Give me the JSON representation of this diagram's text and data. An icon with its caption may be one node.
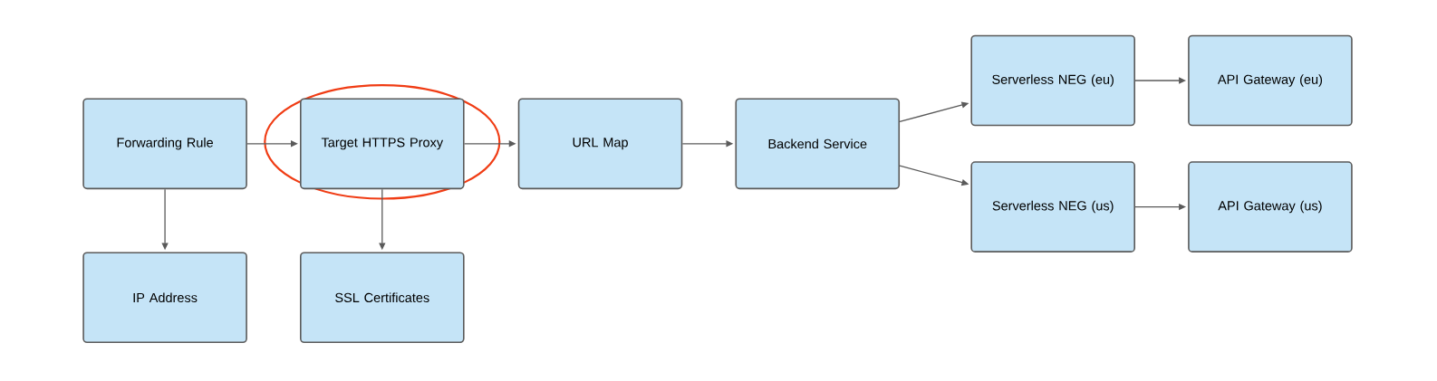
{
  "diagram": {
    "nodes": [
      {
        "text": [
          "Forwarding Rule"
        ]
      },
      {
        "text": [
          "Target HTTPS Proxy"
        ]
      },
      {
        "text": [
          "URL Map"
        ]
      },
      {
        "text": [
          "Backend Service"
        ]
      },
      {
        "text": [
          "Serverless NEG (eu)"
        ]
      },
      {
        "text": [
          "API Gateway (eu)"
        ]
      },
      {
        "text": [
          "Serverless NEG (us)"
        ]
      },
      {
        "text": [
          "API Gateway (us)"
        ]
      },
      {
        "text": [
          "IP Address"
        ]
      },
      {
        "text": [
          "SSL Certificates"
        ]
      }
    ],
    "edges": [
      {
        "from": 0,
        "to": 1,
        "arrow": "to"
      },
      {
        "from": 1,
        "to": 2,
        "arrow": "to"
      },
      {
        "from": 2,
        "to": 3,
        "arrow": "to"
      },
      {
        "from": 3,
        "to": 4,
        "arrow": "to"
      },
      {
        "from": 3,
        "to": 6,
        "arrow": "to"
      },
      {
        "from": 4,
        "to": 5,
        "arrow": "to"
      },
      {
        "from": 6,
        "to": 7,
        "arrow": "to"
      },
      {
        "from": 0,
        "to": 8,
        "arrow": "to"
      },
      {
        "from": 1,
        "to": 9,
        "arrow": "to"
      }
    ]
  }
}
